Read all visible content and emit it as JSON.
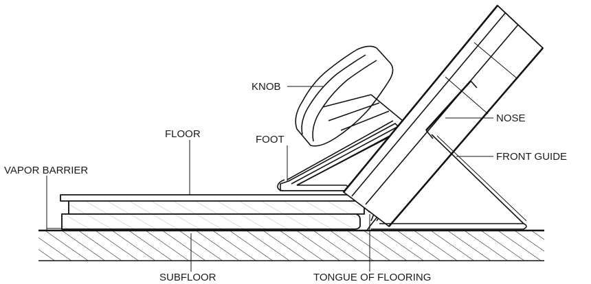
{
  "labels": {
    "knob": "KNOB",
    "nose": "NOSE",
    "floor": "FLOOR",
    "foot": "FOOT",
    "front_guide": "FRONT GUIDE",
    "vapor_barrier": "VAPOR BARRIER",
    "subfloor": "SUBFLOOR",
    "tongue": "TONGUE OF FLOORING"
  },
  "colors": {
    "line": "#111111",
    "background": "#ffffff"
  }
}
